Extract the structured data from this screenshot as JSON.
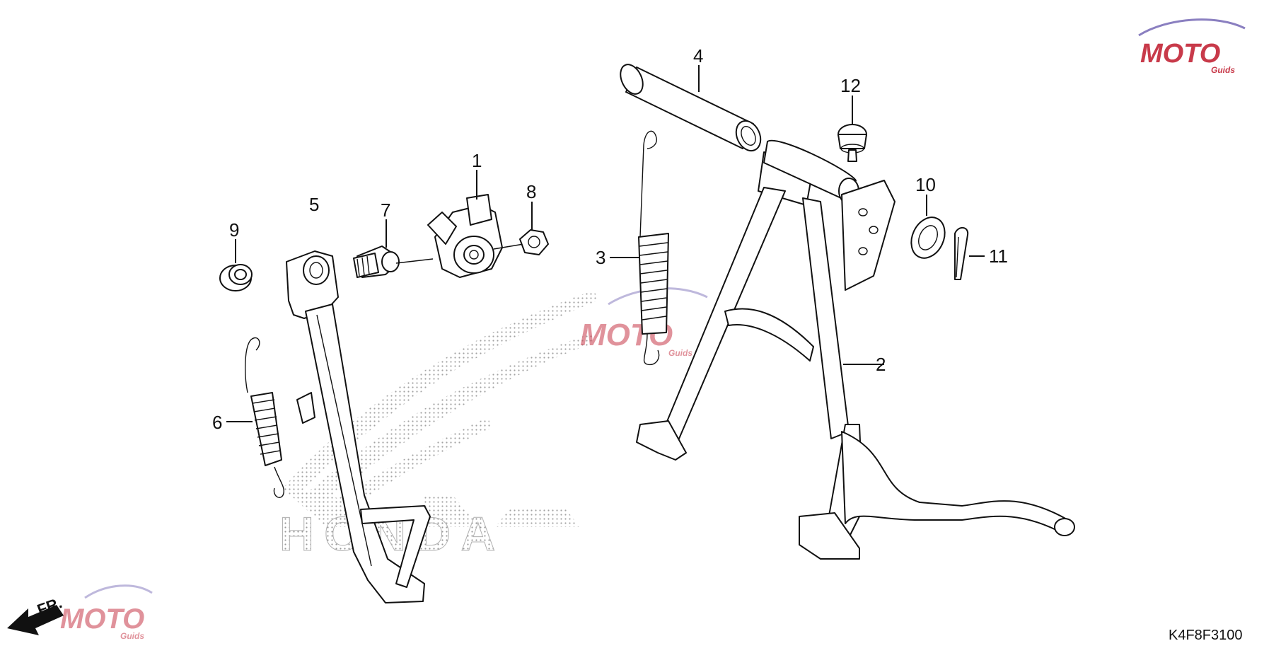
{
  "diagram": {
    "code": "K4F8F3100",
    "direction_marker": "FR.",
    "background_brand": "HONDA",
    "watermark": {
      "brand": "MOTO",
      "sub": "Guids",
      "color_dark": "#7a7a7a",
      "color_accent": "#c83a4a",
      "color_swoosh": "#8a7fc0"
    },
    "callouts": [
      {
        "id": "1",
        "label": "1"
      },
      {
        "id": "2",
        "label": "2"
      },
      {
        "id": "3",
        "label": "3"
      },
      {
        "id": "4",
        "label": "4"
      },
      {
        "id": "5",
        "label": "5"
      },
      {
        "id": "6",
        "label": "6"
      },
      {
        "id": "7",
        "label": "7"
      },
      {
        "id": "8",
        "label": "8"
      },
      {
        "id": "9",
        "label": "9"
      },
      {
        "id": "10",
        "label": "10"
      },
      {
        "id": "11",
        "label": "11"
      },
      {
        "id": "12",
        "label": "12"
      }
    ]
  }
}
